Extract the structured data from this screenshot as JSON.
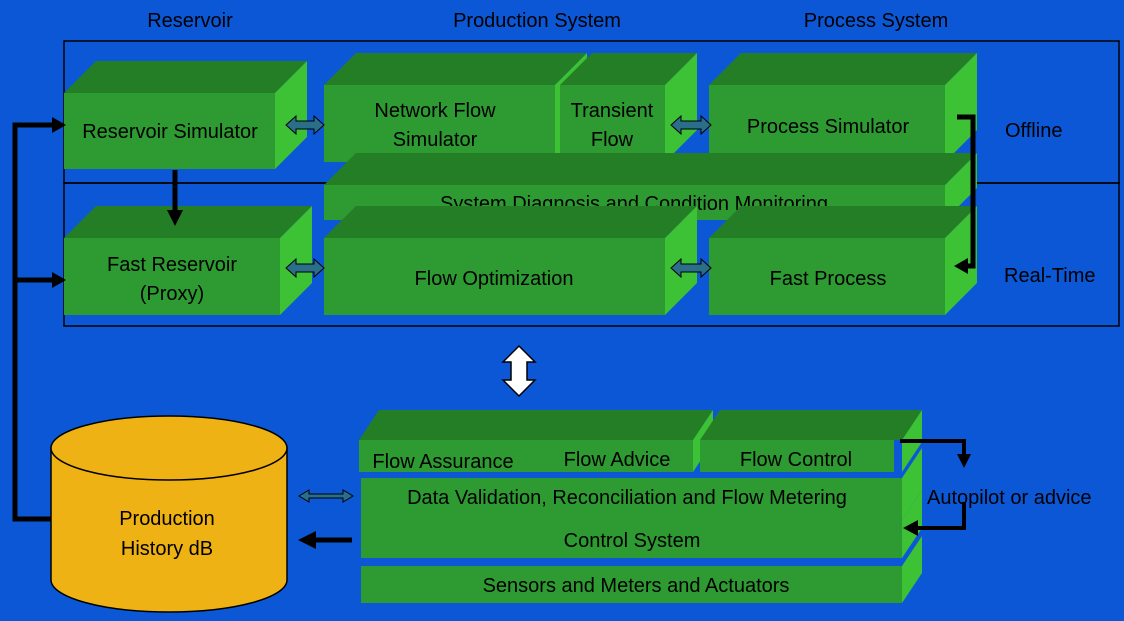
{
  "colors": {
    "background": "#0c57d6",
    "box_front": "#2e9a32",
    "box_top": "#247e26",
    "box_side": "#3dc235",
    "text": "#000000",
    "database": "#efb214",
    "arrow_fill": "#2b6e8a",
    "header_text": "#000000"
  },
  "headers": {
    "reservoir": "Reservoir",
    "production": "Production System",
    "process": "Process System"
  },
  "side_labels": {
    "offline": "Offline",
    "realtime": "Real-Time",
    "autopilot": "Autopilot or advice"
  },
  "boxes": {
    "reservoir_sim": "Reservoir Simulator",
    "network_flow_1": "Network Flow",
    "network_flow_2": "Simulator",
    "transient_1": "Transient",
    "transient_2": "Flow",
    "process_sim": "Process Simulator",
    "diagnosis": "System Diagnosis and Condition Monitoring",
    "fast_reservoir_1": "Fast Reservoir",
    "fast_reservoir_2": "(Proxy)",
    "flow_opt": "Flow Optimization",
    "fast_process": "Fast Process",
    "flow_assurance": "Flow Assurance",
    "flow_advice": "Flow Advice",
    "flow_control": "Flow Control",
    "data_validation": "Data Validation, Reconciliation and Flow Metering",
    "control_system": "Control System",
    "sensors": "Sensors and Meters and Actuators"
  },
  "database": {
    "line1": "Production",
    "line2": "History dB"
  }
}
